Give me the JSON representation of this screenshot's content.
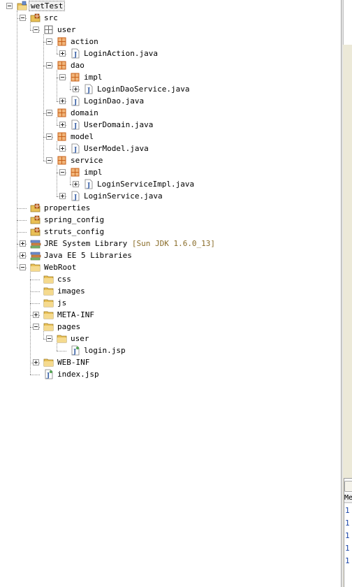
{
  "tree": [
    {
      "label": "wetTest",
      "icon": "project",
      "depth": 0,
      "toggle": "minus",
      "selected": true
    },
    {
      "label": "src",
      "icon": "source-folder",
      "depth": 1,
      "toggle": "minus"
    },
    {
      "label": "user",
      "icon": "package-empty",
      "depth": 2,
      "toggle": "minus"
    },
    {
      "label": "action",
      "icon": "package",
      "depth": 3,
      "toggle": "minus"
    },
    {
      "label": "LoginAction.java",
      "icon": "java-file",
      "depth": 4,
      "toggle": "plus"
    },
    {
      "label": "dao",
      "icon": "package",
      "depth": 3,
      "toggle": "minus"
    },
    {
      "label": "impl",
      "icon": "package",
      "depth": 4,
      "toggle": "minus"
    },
    {
      "label": "LoginDaoService.java",
      "icon": "java-file",
      "depth": 5,
      "toggle": "plus"
    },
    {
      "label": "LoginDao.java",
      "icon": "java-file",
      "depth": 4,
      "toggle": "plus"
    },
    {
      "label": "domain",
      "icon": "package",
      "depth": 3,
      "toggle": "minus"
    },
    {
      "label": "UserDomain.java",
      "icon": "java-file",
      "depth": 4,
      "toggle": "plus"
    },
    {
      "label": "model",
      "icon": "package",
      "depth": 3,
      "toggle": "minus"
    },
    {
      "label": "UserModel.java",
      "icon": "java-file",
      "depth": 4,
      "toggle": "plus"
    },
    {
      "label": "service",
      "icon": "package",
      "depth": 3,
      "toggle": "minus"
    },
    {
      "label": "impl",
      "icon": "package",
      "depth": 4,
      "toggle": "minus"
    },
    {
      "label": "LoginServiceImpl.java",
      "icon": "java-file",
      "depth": 5,
      "toggle": "plus"
    },
    {
      "label": "LoginService.java",
      "icon": "java-file",
      "depth": 4,
      "toggle": "plus"
    },
    {
      "label": "properties",
      "icon": "source-folder",
      "depth": 1,
      "toggle": "none"
    },
    {
      "label": "spring_config",
      "icon": "source-folder",
      "depth": 1,
      "toggle": "none"
    },
    {
      "label": "struts_config",
      "icon": "source-folder",
      "depth": 1,
      "toggle": "none"
    },
    {
      "label": "JRE System Library",
      "decoration": "[Sun JDK 1.6.0_13]",
      "icon": "library",
      "depth": 1,
      "toggle": "plus"
    },
    {
      "label": "Java EE 5 Libraries",
      "icon": "library",
      "depth": 1,
      "toggle": "plus"
    },
    {
      "label": "WebRoot",
      "icon": "folder",
      "depth": 1,
      "toggle": "minus"
    },
    {
      "label": "css",
      "icon": "folder",
      "depth": 2,
      "toggle": "none"
    },
    {
      "label": "images",
      "icon": "folder",
      "depth": 2,
      "toggle": "none"
    },
    {
      "label": "js",
      "icon": "folder",
      "depth": 2,
      "toggle": "none"
    },
    {
      "label": "META-INF",
      "icon": "folder",
      "depth": 2,
      "toggle": "plus"
    },
    {
      "label": "pages",
      "icon": "folder",
      "depth": 2,
      "toggle": "minus"
    },
    {
      "label": "user",
      "icon": "folder",
      "depth": 3,
      "toggle": "minus"
    },
    {
      "label": "login.jsp",
      "icon": "jsp-file",
      "depth": 4,
      "toggle": "none"
    },
    {
      "label": "WEB-INF",
      "icon": "folder",
      "depth": 2,
      "toggle": "plus"
    },
    {
      "label": "index.jsp",
      "icon": "jsp-file",
      "depth": 2,
      "toggle": "none"
    }
  ],
  "right_strip": {
    "header_text": "Me",
    "line_numbers": [
      "1",
      "1",
      "1",
      "1",
      "1"
    ]
  },
  "colors": {
    "package": "#c8611a",
    "folder": "#e9c056",
    "java": "#3d64a8",
    "decoration": "#8a6d2a",
    "tree_lines": "#8f8f8f"
  }
}
